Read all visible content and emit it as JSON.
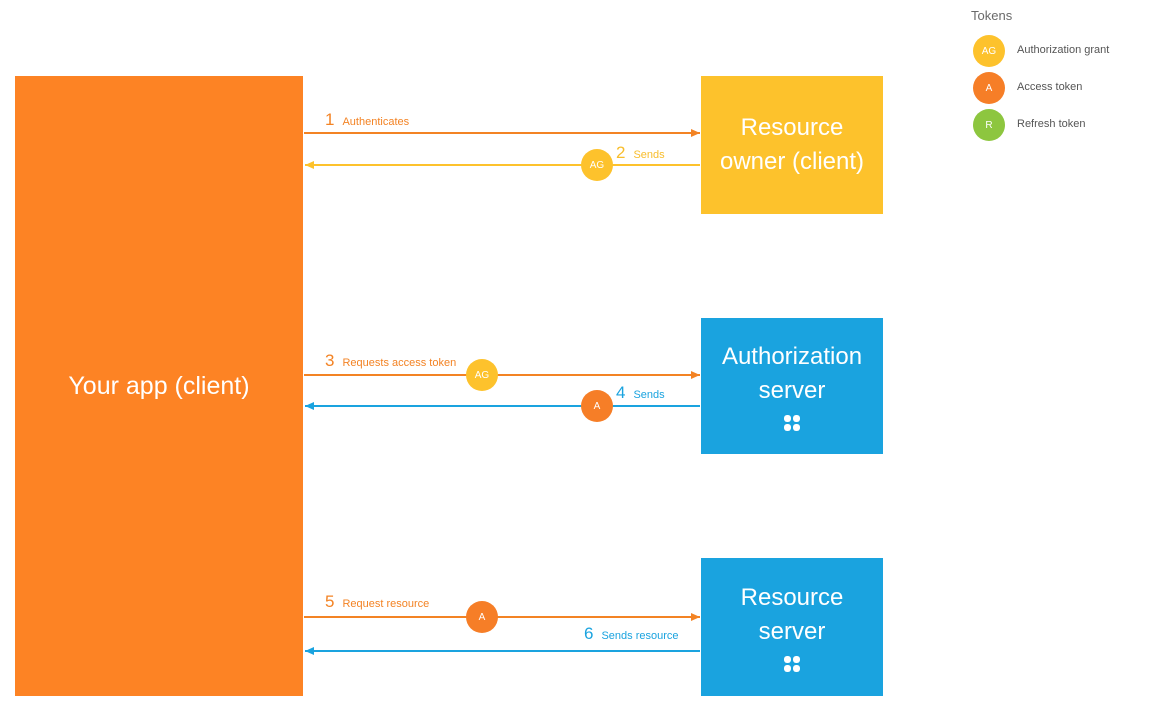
{
  "colors": {
    "orange": "#fd8324",
    "yellow": "#fdc22c",
    "blue": "#1aa3df",
    "green": "#8dc63f"
  },
  "boxes": {
    "app": "Your app (client)",
    "owner": "Resource\nowner (client)",
    "auth": "Authorization\nserver",
    "resource": "Resource\nserver",
    "server_icon": "office-logo-icon"
  },
  "steps": [
    {
      "num": "1",
      "label": "Authenticates",
      "direction": "to-right",
      "color": "orange"
    },
    {
      "num": "2",
      "label": "Sends",
      "direction": "to-left",
      "color": "yellow",
      "token": "AG"
    },
    {
      "num": "3",
      "label": "Requests access token",
      "direction": "to-right",
      "color": "orange",
      "token": "AG"
    },
    {
      "num": "4",
      "label": "Sends",
      "direction": "to-left",
      "color": "blue",
      "token": "A"
    },
    {
      "num": "5",
      "label": "Request resource",
      "direction": "to-right",
      "color": "orange",
      "token": "A"
    },
    {
      "num": "6",
      "label": "Sends resource",
      "direction": "to-left",
      "color": "blue"
    }
  ],
  "legend": {
    "title": "Tokens",
    "items": [
      {
        "abbr": "AG",
        "label": "Authorization grant",
        "color": "yellow"
      },
      {
        "abbr": "A",
        "label": "Access token",
        "color": "orange"
      },
      {
        "abbr": "R",
        "label": "Refresh token",
        "color": "green"
      }
    ]
  }
}
